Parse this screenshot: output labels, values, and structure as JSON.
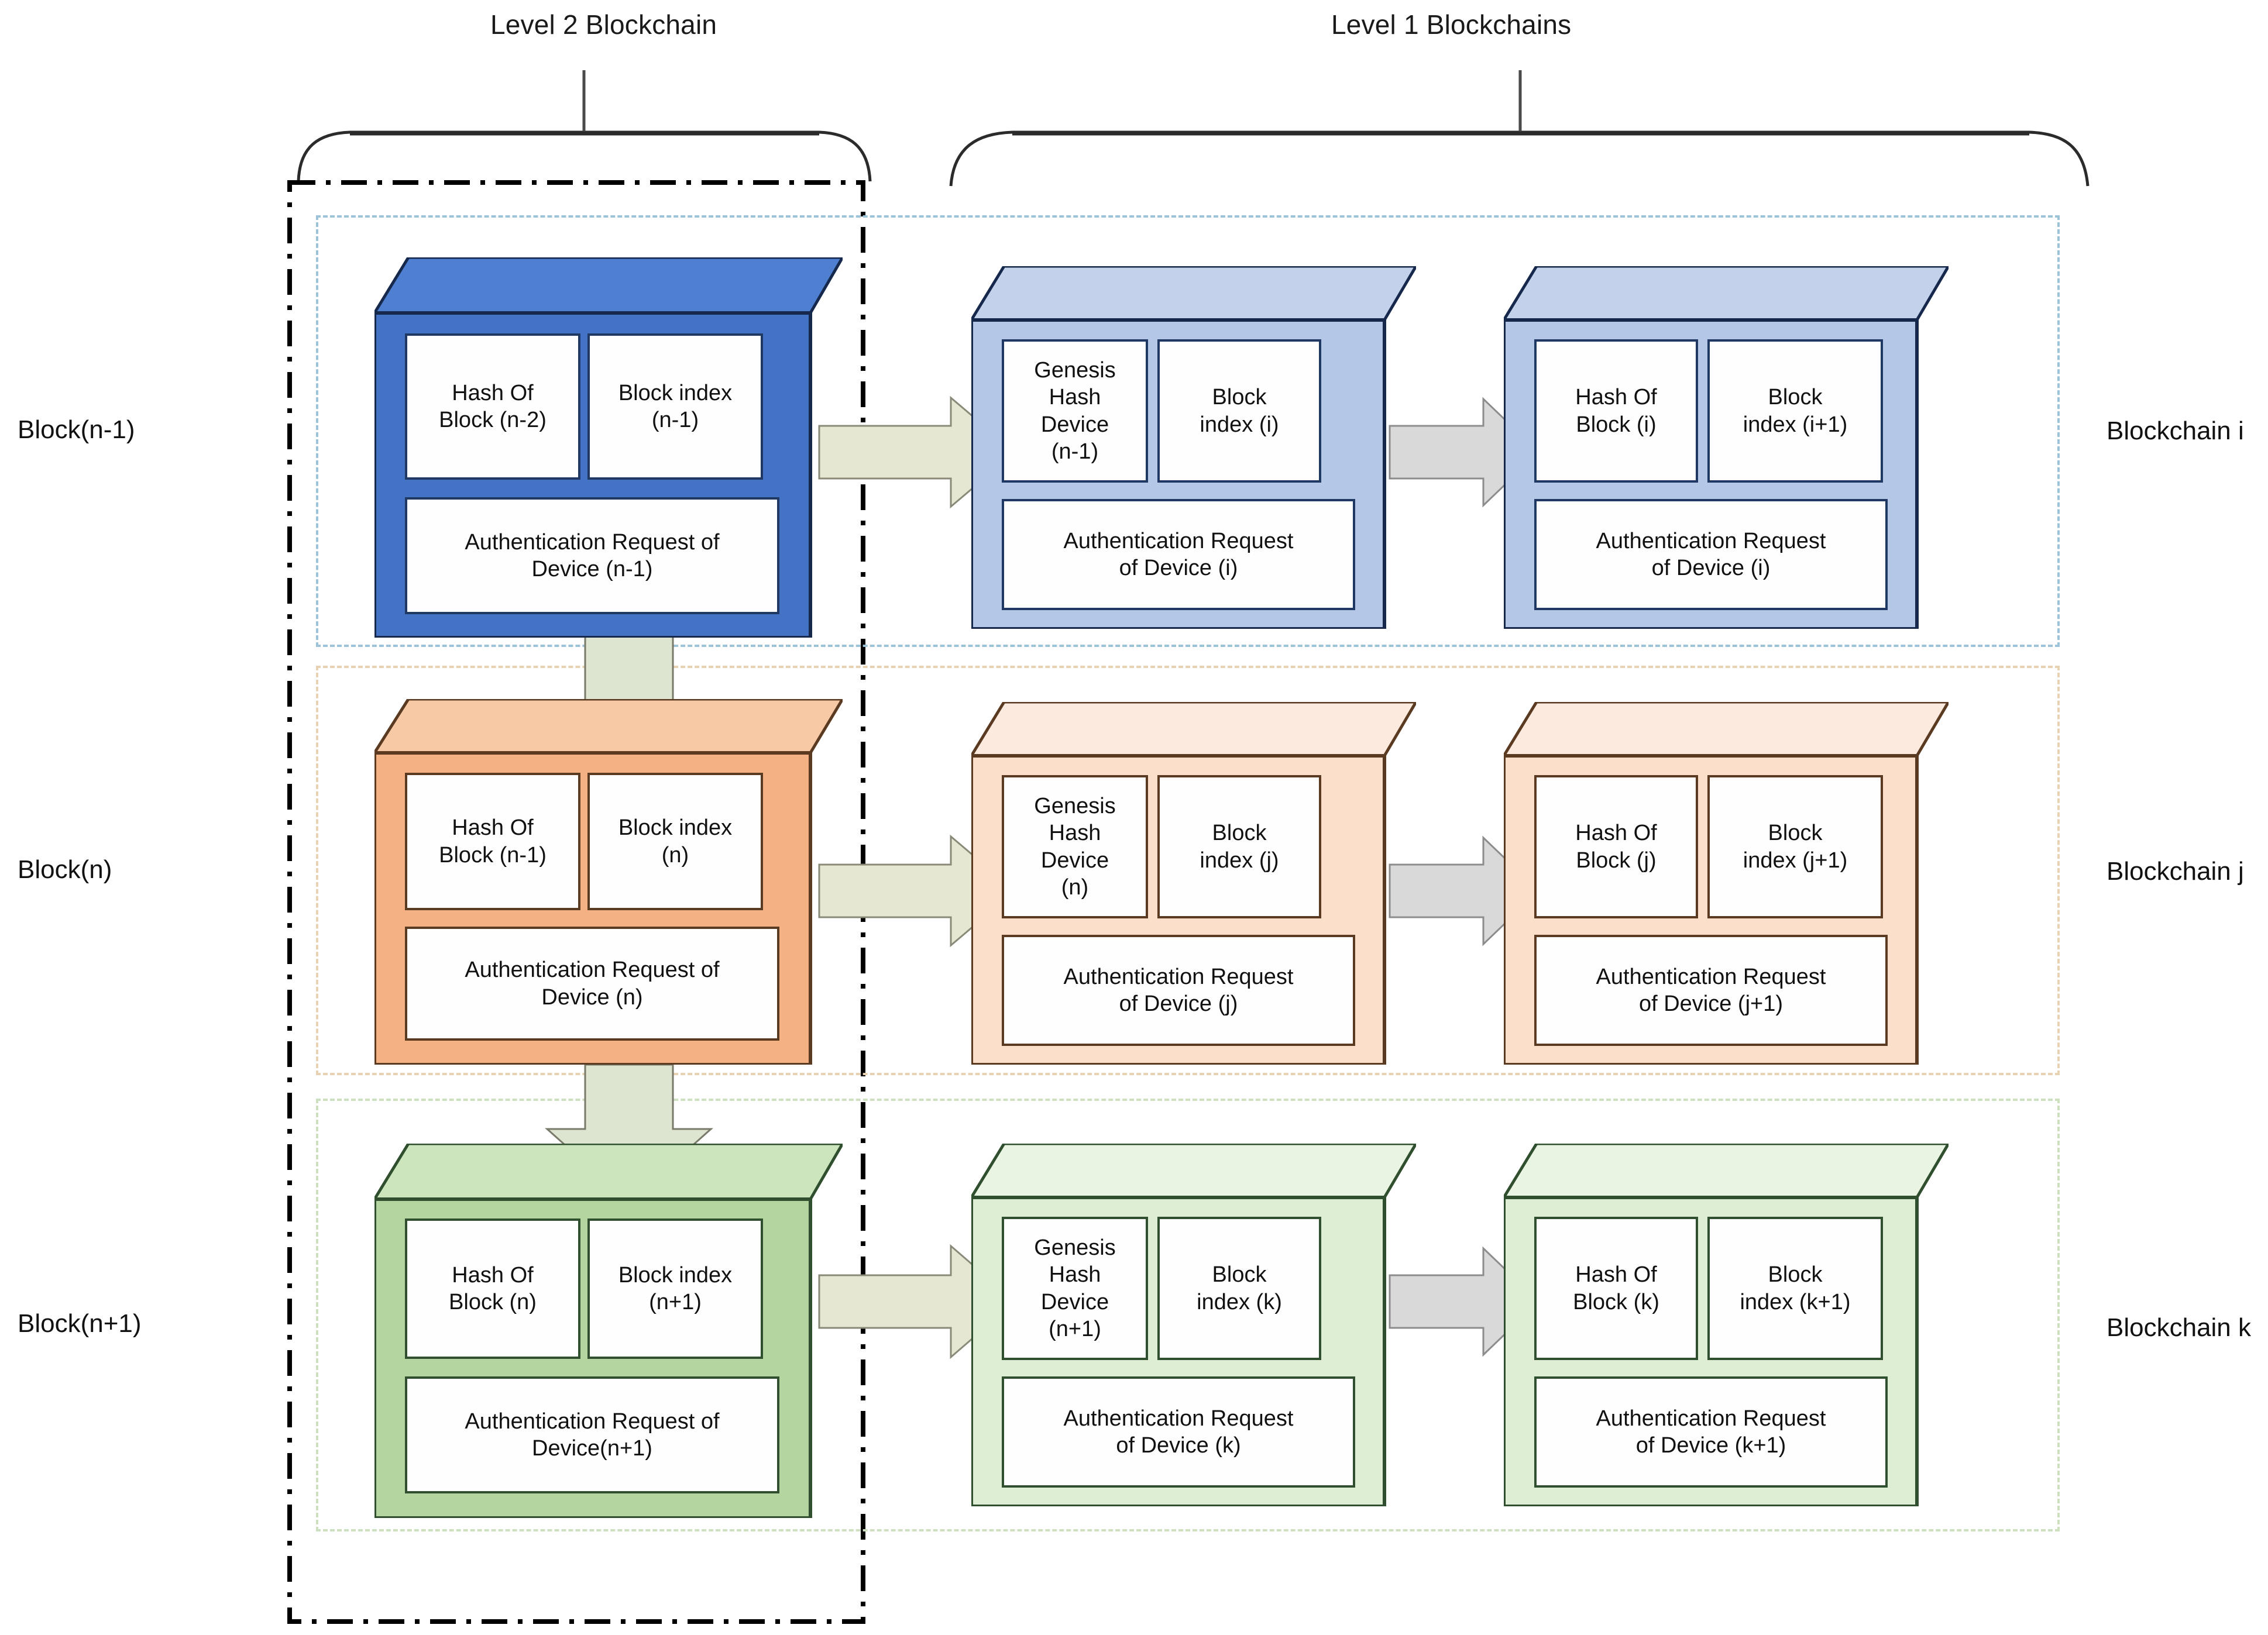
{
  "headers": {
    "level2": "Level 2 Blockchain",
    "level1": "Level 1 Blockchains"
  },
  "left_labels": [
    {
      "text": "Block(n-1)"
    },
    {
      "text": "Block(n)"
    },
    {
      "text": "Block(n+1)"
    }
  ],
  "right_labels": [
    {
      "text": "Blockchain i"
    },
    {
      "text": "Blockchain j"
    },
    {
      "text": "Blockchain k"
    }
  ],
  "colors": {
    "l2_block_n_minus_1": "#4472c4",
    "l2_block_n": "#f4b183",
    "l2_block_n_plus_1": "#b5d5a0",
    "l1_row_i": "#b4c7e7",
    "l1_row_j": "#fbdfcb",
    "l1_row_k": "#ddeed4",
    "arrow_olive": "#e5e7d2",
    "arrow_gray": "#d9d9d9",
    "arrow_sage": "#dde5d0",
    "row_border_i": "#9dc3d8",
    "row_border_j": "#e8d2b4",
    "row_border_k": "#cfe0c0",
    "enclosure_border": "#000000"
  },
  "rows": [
    {
      "id": "i",
      "left_label": "Block(n-1)",
      "right_label": "Blockchain i",
      "l2_block": {
        "hash_label": "Hash Of\nBlock (n-2)",
        "index_label": "Block index\n(n-1)",
        "auth_label": "Authentication Request of\nDevice (n-1)"
      },
      "l1_blocks": [
        {
          "hash_label": "Genesis\nHash\nDevice\n(n-1)",
          "index_label": "Block\nindex (i)",
          "auth_label": "Authentication Request\nof Device (i)"
        },
        {
          "hash_label": "Hash Of\nBlock (i)",
          "index_label": "Block\nindex (i+1)",
          "auth_label": "Authentication Request\nof Device (i)"
        }
      ]
    },
    {
      "id": "j",
      "left_label": "Block(n)",
      "right_label": "Blockchain j",
      "l2_block": {
        "hash_label": "Hash Of\nBlock (n-1)",
        "index_label": "Block index\n(n)",
        "auth_label": "Authentication Request of\nDevice (n)"
      },
      "l1_blocks": [
        {
          "hash_label": "Genesis\nHash\nDevice\n(n)",
          "index_label": "Block\nindex (j)",
          "auth_label": "Authentication Request\nof Device (j)"
        },
        {
          "hash_label": "Hash Of\nBlock (j)",
          "index_label": "Block\nindex (j+1)",
          "auth_label": "Authentication Request\nof Device (j+1)"
        }
      ]
    },
    {
      "id": "k",
      "left_label": "Block(n+1)",
      "right_label": "Blockchain k",
      "l2_block": {
        "hash_label": "Hash Of\nBlock (n)",
        "index_label": "Block index\n(n+1)",
        "auth_label": "Authentication Request of\nDevice(n+1)"
      },
      "l1_blocks": [
        {
          "hash_label": "Genesis\nHash\nDevice\n(n+1)",
          "index_label": "Block\nindex (k)",
          "auth_label": "Authentication Request\nof Device (k)"
        },
        {
          "hash_label": "Hash Of\nBlock (k)",
          "index_label": "Block\nindex (k+1)",
          "auth_label": "Authentication Request\nof Device (k+1)"
        }
      ]
    }
  ]
}
